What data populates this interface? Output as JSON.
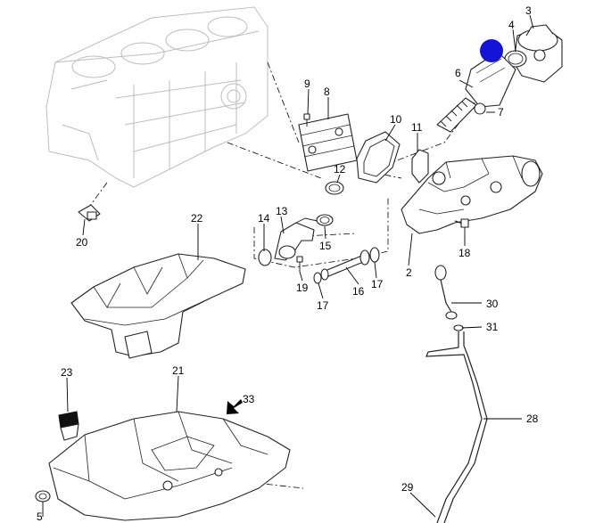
{
  "callouts": [
    {
      "id": "c1",
      "text": "3"
    },
    {
      "id": "c2",
      "text": "4"
    },
    {
      "id": "c3",
      "text": "6"
    },
    {
      "id": "c4",
      "text": "7"
    },
    {
      "id": "c5",
      "text": "9"
    },
    {
      "id": "c6",
      "text": "8"
    },
    {
      "id": "c7",
      "text": "10"
    },
    {
      "id": "c8",
      "text": "11"
    },
    {
      "id": "c9",
      "text": "12"
    },
    {
      "id": "c10",
      "text": "20"
    },
    {
      "id": "c11",
      "text": "22"
    },
    {
      "id": "c12",
      "text": "14"
    },
    {
      "id": "c13",
      "text": "13"
    },
    {
      "id": "c14",
      "text": "15"
    },
    {
      "id": "c15",
      "text": "18"
    },
    {
      "id": "c16",
      "text": "2"
    },
    {
      "id": "c17",
      "text": "19"
    },
    {
      "id": "c18",
      "text": "16"
    },
    {
      "id": "c19",
      "text": "17"
    },
    {
      "id": "c20",
      "text": "17"
    },
    {
      "id": "c21",
      "text": "30"
    },
    {
      "id": "c22",
      "text": "31"
    },
    {
      "id": "c23",
      "text": "23"
    },
    {
      "id": "c24",
      "text": "21"
    },
    {
      "id": "c25",
      "text": "33"
    },
    {
      "id": "c26",
      "text": "28"
    },
    {
      "id": "c27",
      "text": "29"
    },
    {
      "id": "c28",
      "text": "5"
    }
  ],
  "highlight_color": "#1414d8"
}
